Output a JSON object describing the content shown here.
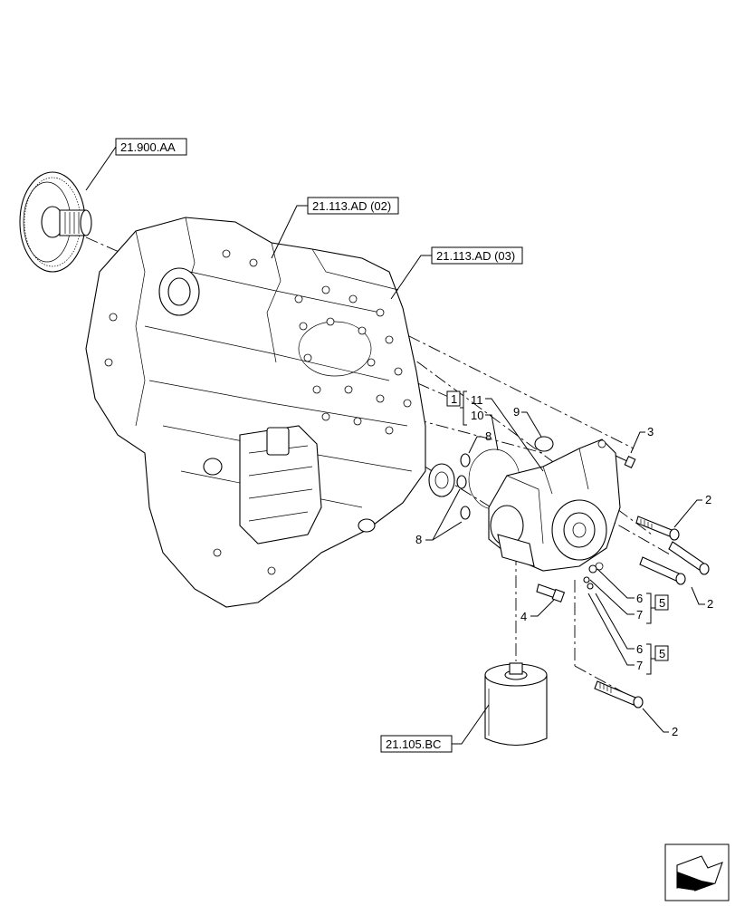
{
  "references": {
    "ref_21_900_AA": "21.900.AA",
    "ref_21_113_AD_02": "21.113.AD (02)",
    "ref_21_113_AD_03": "21.113.AD (03)",
    "ref_21_105_BC": "21.105.BC"
  },
  "callouts": {
    "c1": "1",
    "c11": "11",
    "c10": "10",
    "c9": "9",
    "c8a": "8",
    "c8b": "8",
    "c3": "3",
    "c2a": "2",
    "c2b": "2",
    "c2c": "2",
    "c4": "4",
    "c6a": "6",
    "c7a": "7",
    "c5a": "5",
    "c6b": "6",
    "c7b": "7",
    "c5b": "5"
  },
  "icons": {
    "nav": "next-page-arrow-icon"
  }
}
